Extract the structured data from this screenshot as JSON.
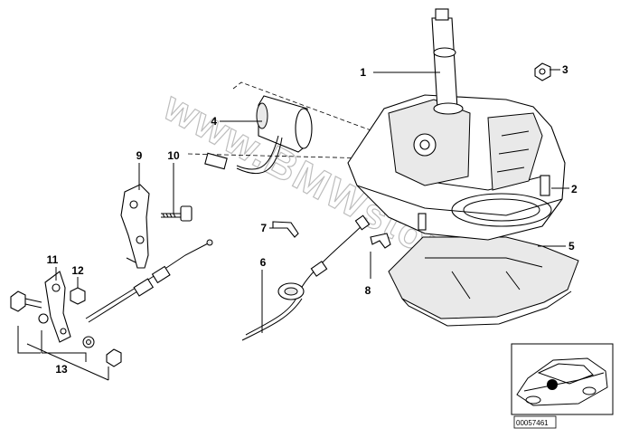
{
  "watermark": "www.BMWstore.pl",
  "reference_code": "00057461",
  "callouts": [
    "1",
    "2",
    "3",
    "4",
    "5",
    "6",
    "7",
    "8",
    "9",
    "10",
    "11",
    "12",
    "13"
  ]
}
